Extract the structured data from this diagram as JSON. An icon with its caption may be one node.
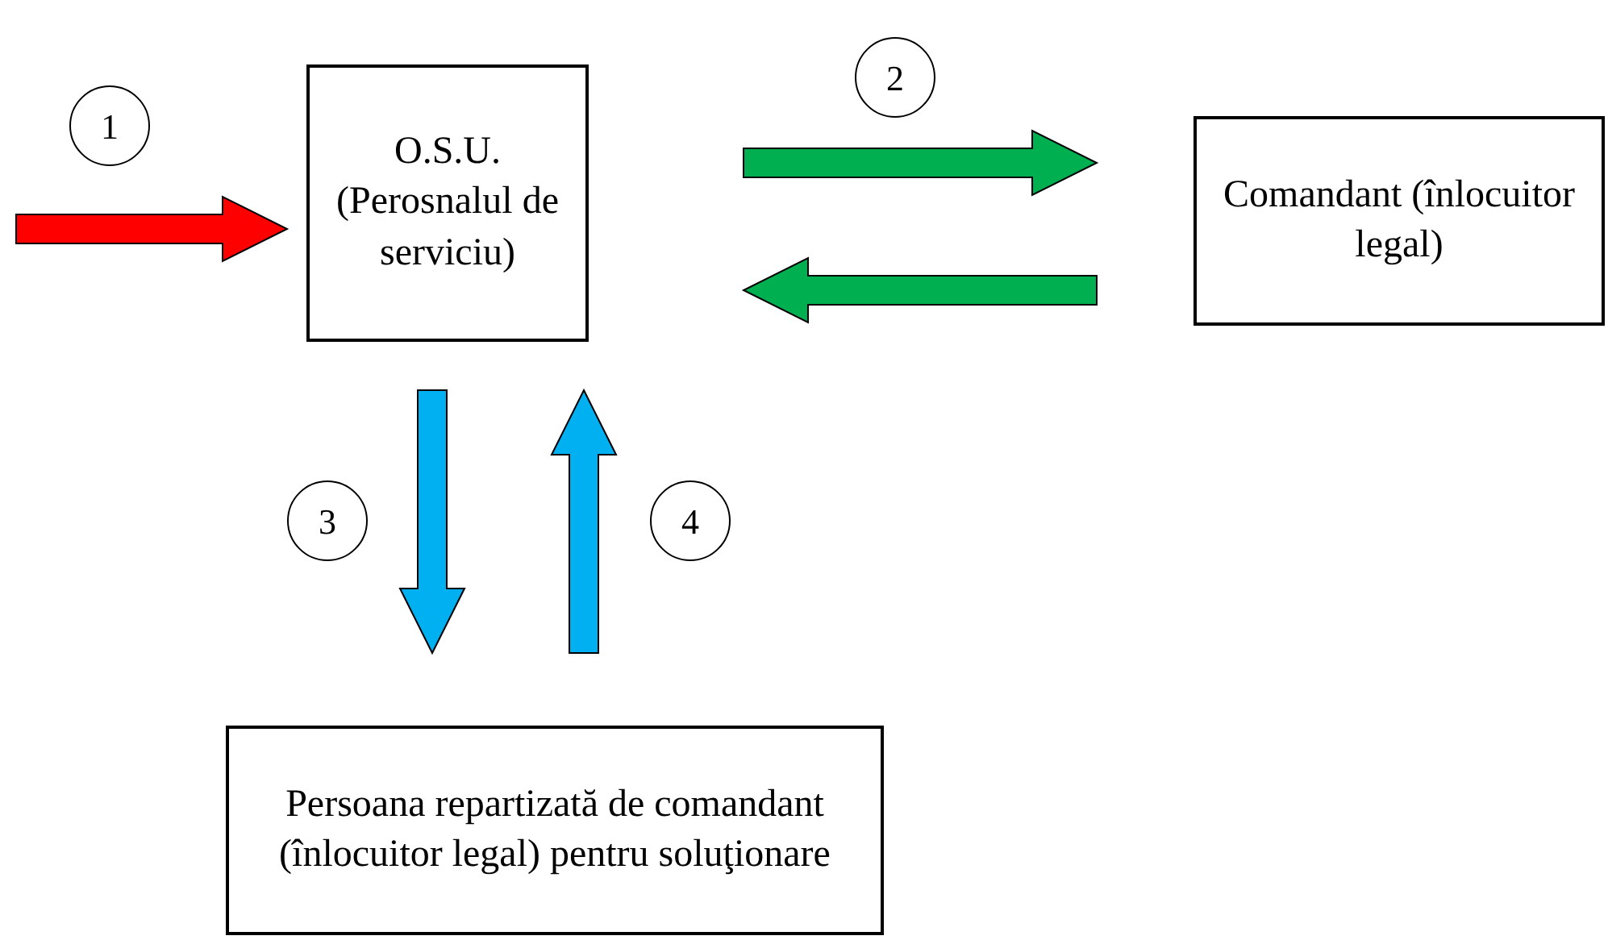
{
  "diagram": {
    "nodes": [
      {
        "text": [
          "O.S.U. (Perosnalul de serviciu)"
        ]
      },
      {
        "text": [
          "Comandant (înlocuitor legal)"
        ]
      },
      {
        "text": [
          "Persoana repartizată de comandant (înlocuitor legal) pentru soluţionare"
        ]
      },
      {
        "text": [
          "1"
        ]
      },
      {
        "text": [
          "2"
        ]
      },
      {
        "text": [
          "3"
        ]
      },
      {
        "text": [
          "4"
        ]
      }
    ],
    "edges": [
      {
        "from": null,
        "to": 0,
        "arrow": "to",
        "style": "thick",
        "color": "#ff0000"
      },
      {
        "from": 0,
        "to": 1,
        "arrow": "to",
        "style": "thick",
        "color": "#00b050"
      },
      {
        "from": 1,
        "to": 0,
        "arrow": "to",
        "style": "thick",
        "color": "#00b050"
      },
      {
        "from": 0,
        "to": 2,
        "arrow": "to",
        "style": "thick",
        "color": "#00b0f0"
      },
      {
        "from": 2,
        "to": 0,
        "arrow": "to",
        "style": "thick",
        "color": "#00b0f0"
      }
    ]
  }
}
